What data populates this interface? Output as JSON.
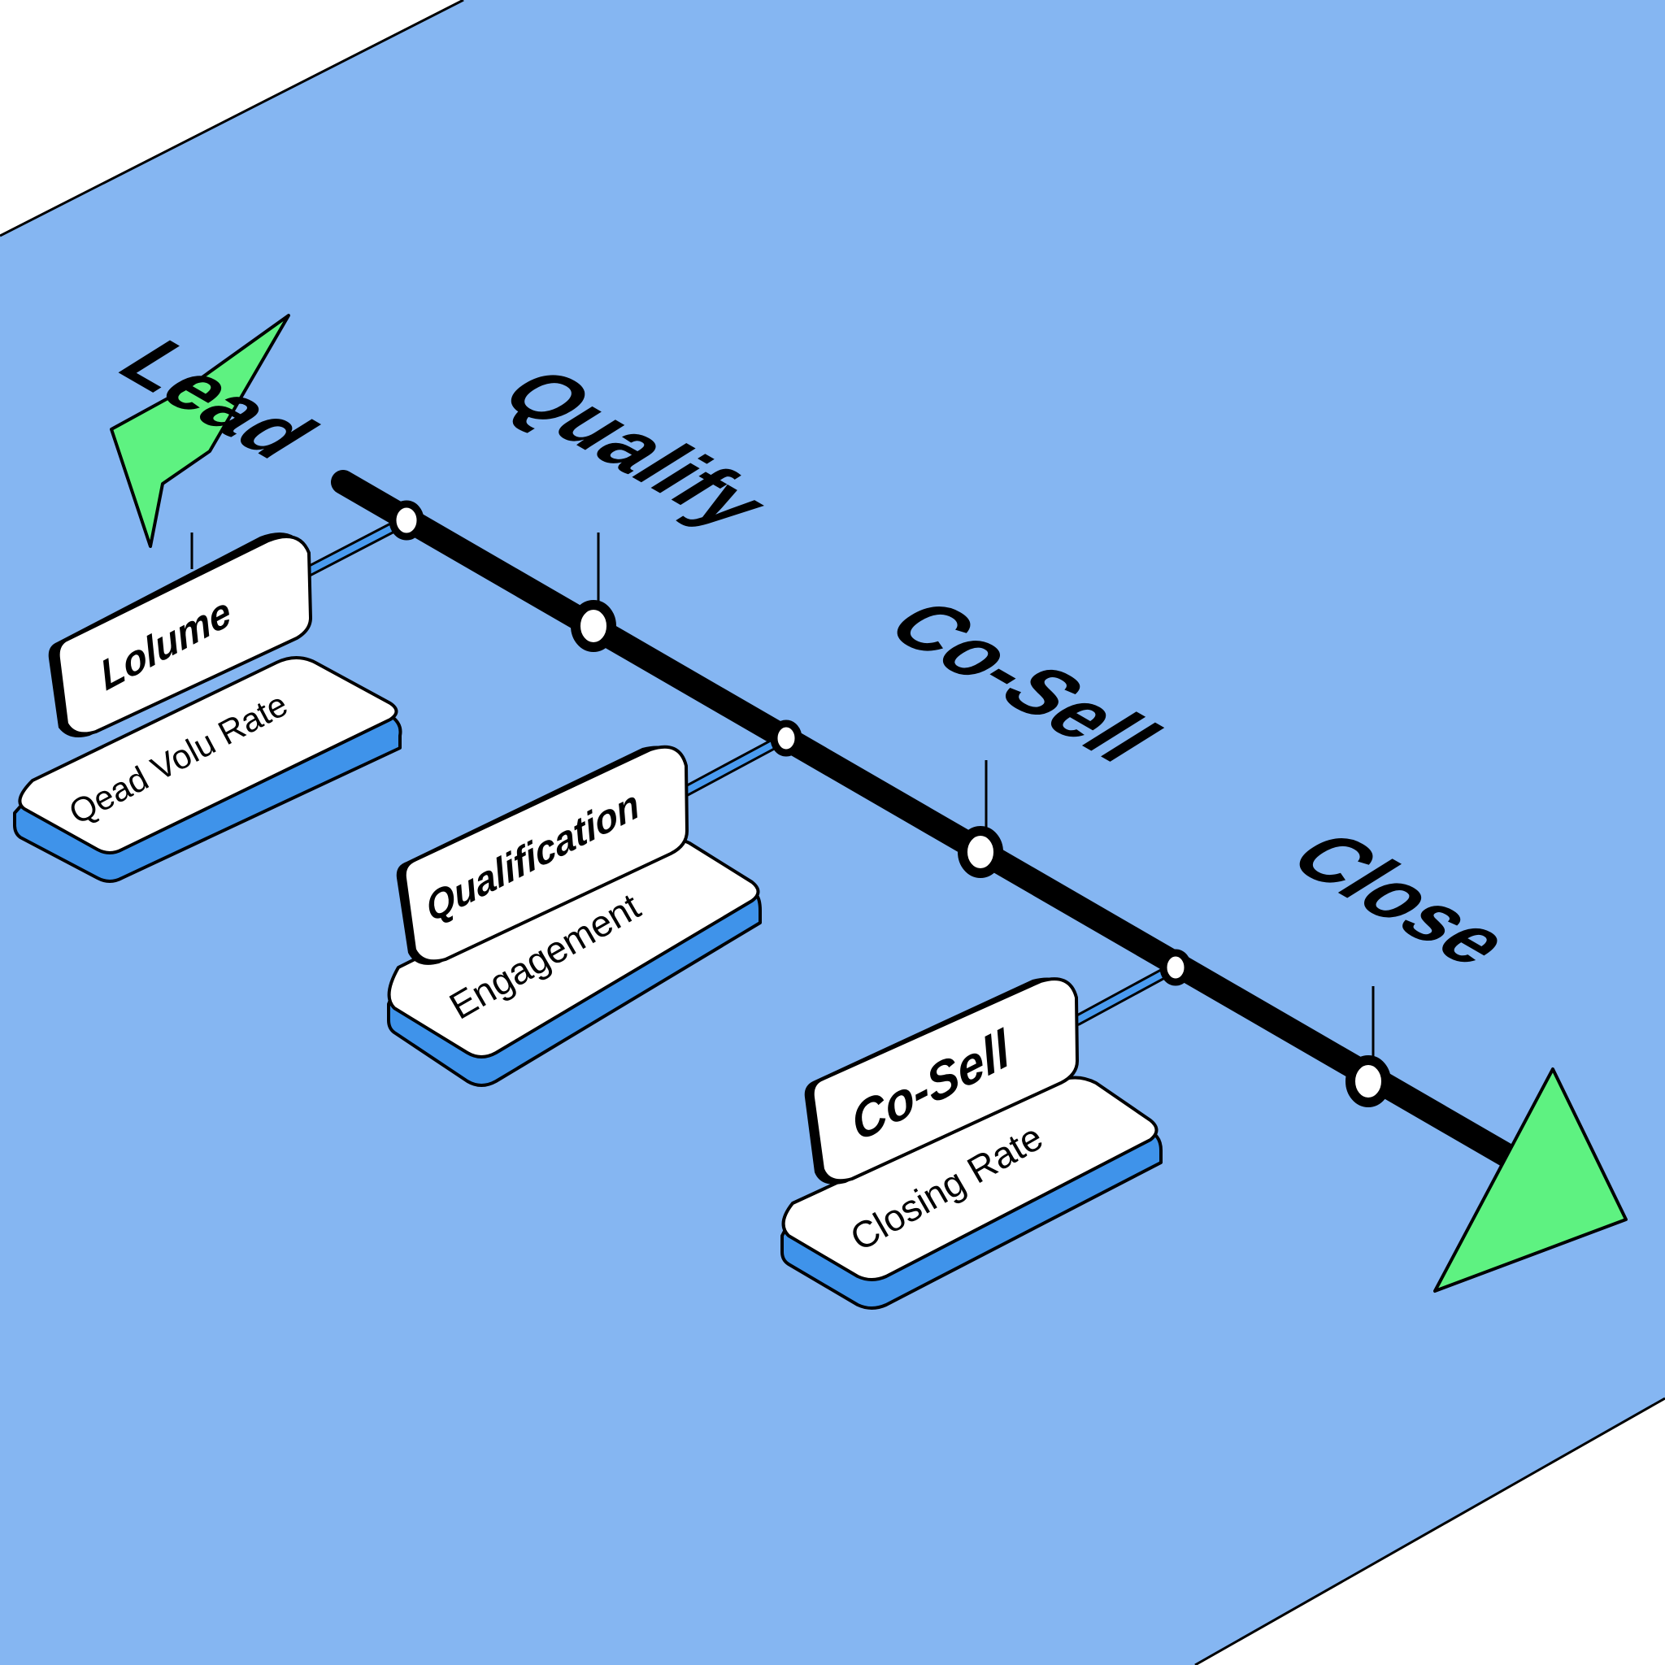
{
  "diagram": {
    "type": "sales-pipeline-timeline",
    "colors": {
      "plane": "#85b6f2",
      "background": "#ffffff",
      "timeline": "#000000",
      "node_fill": "#ffffff",
      "arrow_green": "#5ef281",
      "card_base": "#3f93ea",
      "connector": "#4a9bf0"
    },
    "stages": [
      {
        "id": "lead",
        "label": "Lead"
      },
      {
        "id": "qualify",
        "label": "Qualify"
      },
      {
        "id": "co-sell",
        "label": "Co-Sell"
      },
      {
        "id": "close",
        "label": "Close"
      }
    ],
    "cards": [
      {
        "stage": "lead",
        "title": "Lolume",
        "metric": "Qead Volu Rate"
      },
      {
        "stage": "qualify",
        "title": "Qualification",
        "metric": "Engagement"
      },
      {
        "stage": "co-sell",
        "title": "Co-Sell",
        "metric": "Closing Rate"
      }
    ],
    "start_icon": "green-arrow-start-icon",
    "end_icon": "green-triangle-end-icon"
  }
}
